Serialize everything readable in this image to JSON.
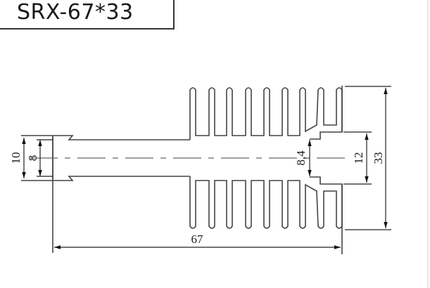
{
  "title": "SRX-67*33",
  "drawing": {
    "type": "heatsink extrusion profile",
    "fin_count_per_side": 9,
    "dimensions": {
      "overall_length": "67",
      "overall_height": "33",
      "base_outer_thickness": "10",
      "base_inner_thickness": "8",
      "slot_gap": "8,4",
      "end_block_height": "12"
    }
  },
  "colors": {
    "line": "#333333",
    "background": "#ffffff"
  }
}
